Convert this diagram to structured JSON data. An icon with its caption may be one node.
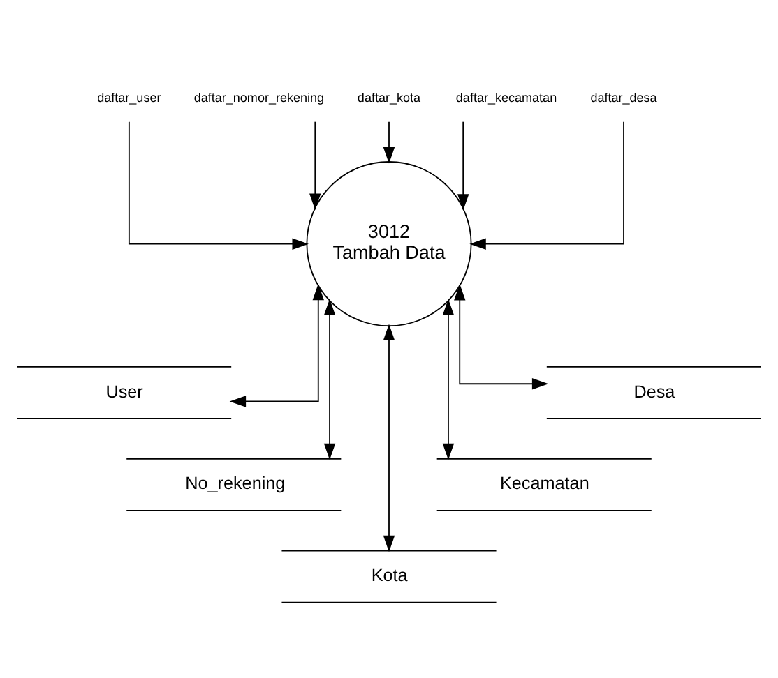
{
  "diagram": {
    "nodes": [
      {
        "text": [
          "daftar_kota"
        ]
      },
      {
        "text": [
          "daftar_nomor_rekening"
        ]
      },
      {
        "text": [
          "daftar_kecamatan"
        ]
      },
      {
        "text": [
          "daftar_user"
        ]
      },
      {
        "text": [
          "daftar_desa"
        ]
      },
      {
        "text": [
          "3012",
          "Tambah Data"
        ]
      },
      {
        "text": [
          "User"
        ]
      },
      {
        "text": [
          "Desa"
        ]
      },
      {
        "text": [
          "No_rekening"
        ]
      },
      {
        "text": [
          "Kecamatan"
        ]
      },
      {
        "text": [
          "Kota"
        ]
      }
    ],
    "edges": [
      {
        "from": 3,
        "to": 5,
        "arrow": "to"
      },
      {
        "from": 1,
        "to": 5,
        "arrow": "to"
      },
      {
        "from": 0,
        "to": 5,
        "arrow": "to"
      },
      {
        "from": 2,
        "to": 5,
        "arrow": "to"
      },
      {
        "from": 4,
        "to": 5,
        "arrow": "to"
      },
      {
        "from": 5,
        "to": 6,
        "arrow": "both"
      },
      {
        "from": 5,
        "to": 8,
        "arrow": "both"
      },
      {
        "from": 5,
        "to": 10,
        "arrow": "both"
      },
      {
        "from": 5,
        "to": 9,
        "arrow": "both"
      },
      {
        "from": 5,
        "to": 7,
        "arrow": "both"
      }
    ]
  }
}
